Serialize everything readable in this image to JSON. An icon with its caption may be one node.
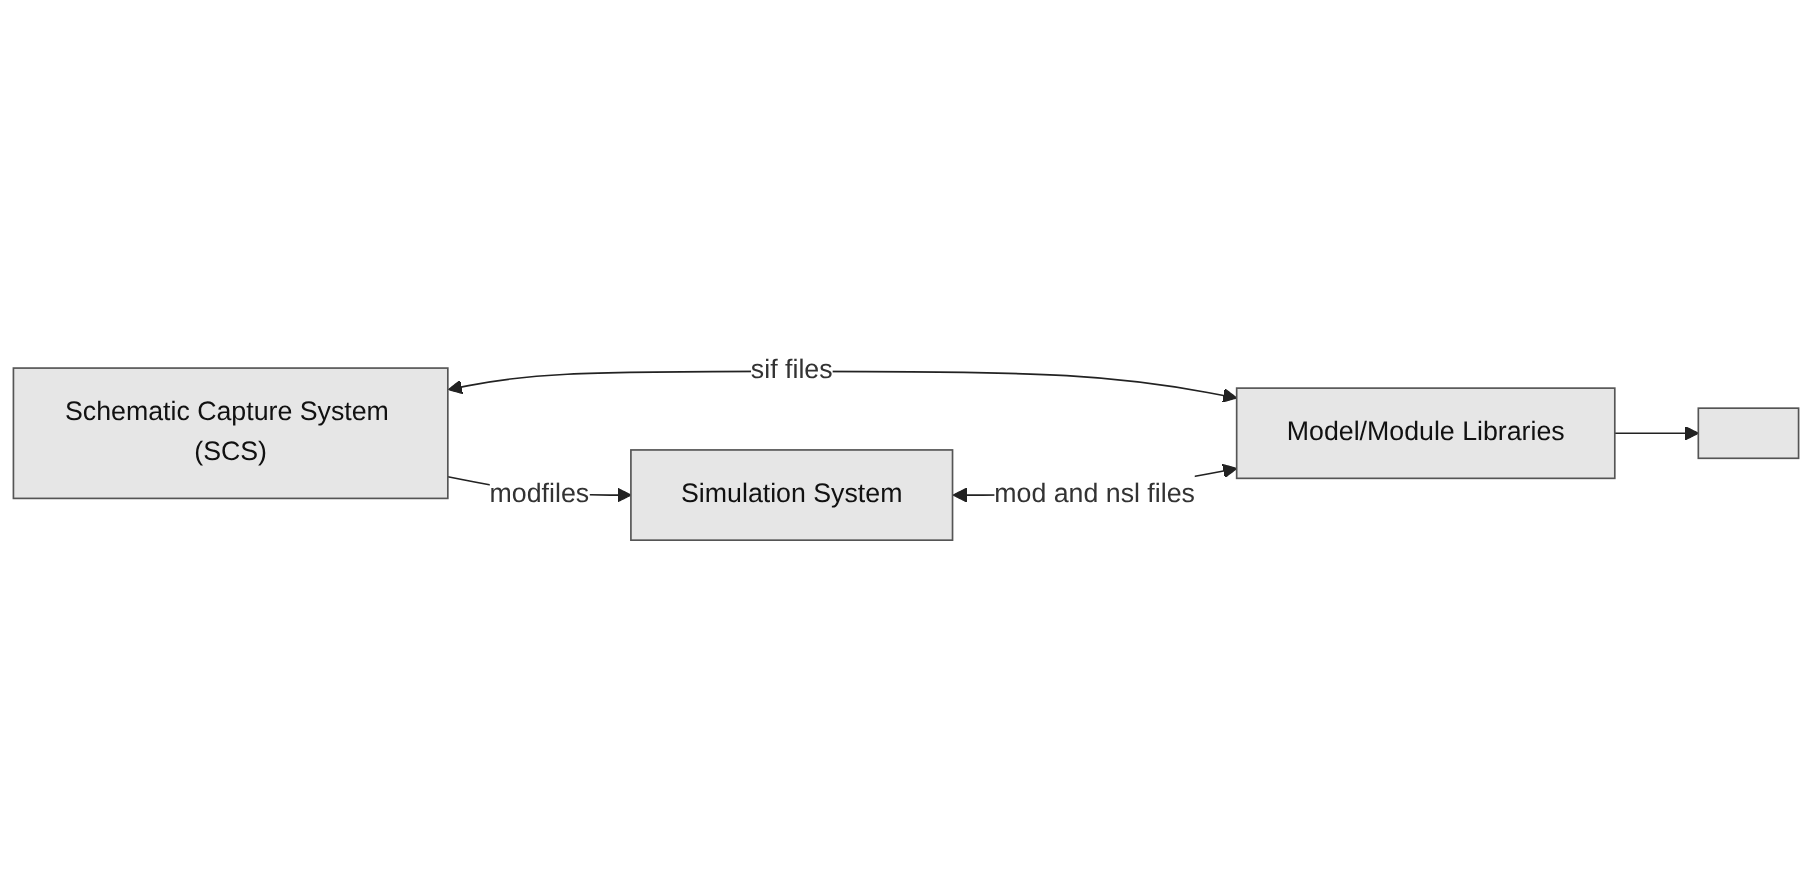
{
  "diagram": {
    "nodes": [
      {
        "text": [
          "Schematic Capture System (SCS)"
        ]
      },
      {
        "text": [
          "Simulation System"
        ]
      },
      {
        "text": [
          "Model/Module Libraries"
        ]
      },
      {
        "text": [],
        "shape": "box"
      }
    ],
    "edges": [
      {
        "from": 0,
        "to": 2,
        "arrow": "both",
        "label": "sif files"
      },
      {
        "from": 0,
        "to": 1,
        "arrow": "to",
        "label": "modfiles"
      },
      {
        "from": 1,
        "to": 2,
        "arrow": "both",
        "label": "mod and nsl files"
      },
      {
        "from": 2,
        "to": 3,
        "arrow": "to"
      }
    ]
  }
}
